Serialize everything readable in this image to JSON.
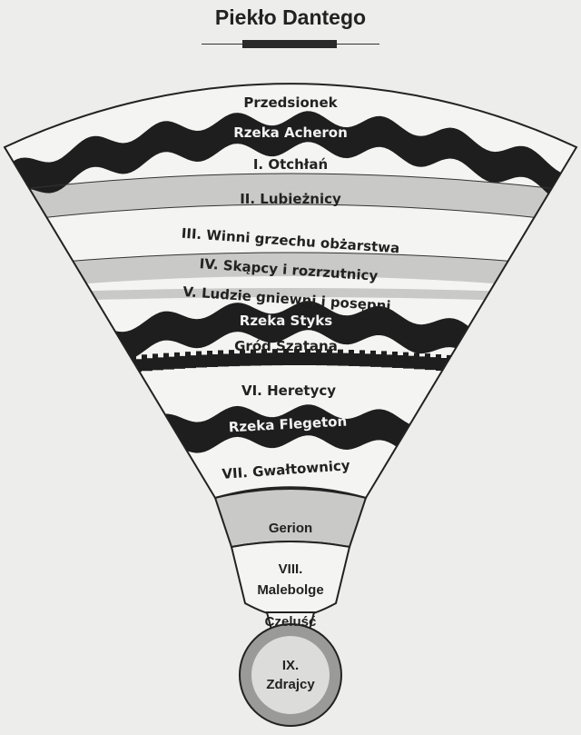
{
  "title": "Piekło Dantego",
  "colors": {
    "background": "#ededeb",
    "light_zone": "#f4f4f2",
    "grey_zone": "#c9c9c7",
    "dark_band": "#1e1e1e",
    "outline": "#222222"
  },
  "levels": [
    {
      "key": "przedsionek",
      "label": "Przedsionek",
      "style": "light"
    },
    {
      "key": "acheron",
      "label": "Rzeka Acheron",
      "style": "river"
    },
    {
      "key": "otchlan",
      "label": "I. Otchłań",
      "style": "light"
    },
    {
      "key": "lubieznicy",
      "label": "II. Lubieżnicy",
      "style": "grey"
    },
    {
      "key": "obzarstwo",
      "label": "III. Winni grzechu obżarstwa",
      "style": "light"
    },
    {
      "key": "skapcy",
      "label": "IV. Skąpcy i rozrzutnicy",
      "style": "grey"
    },
    {
      "key": "gniewni",
      "label": "V. Ludzie gniewni i posępni",
      "style": "light"
    },
    {
      "key": "styks",
      "label": "Rzeka Styks",
      "style": "river"
    },
    {
      "key": "grod",
      "label": "Gród Szatana",
      "style": "wall"
    },
    {
      "key": "heretycy",
      "label": "VI. Heretycy",
      "style": "light"
    },
    {
      "key": "flegeton",
      "label": "Rzeka Flegeton",
      "style": "river"
    },
    {
      "key": "gwaltownicy",
      "label": "VII. Gwałtownicy",
      "style": "light"
    }
  ],
  "lower": {
    "gerion": "Gerion",
    "malebolge_num": "VIII.",
    "malebolge_name": "Malebolge",
    "czelusc": "Czeluść",
    "zdrajcy_num": "IX.",
    "zdrajcy_name": "Zdrajcy"
  }
}
